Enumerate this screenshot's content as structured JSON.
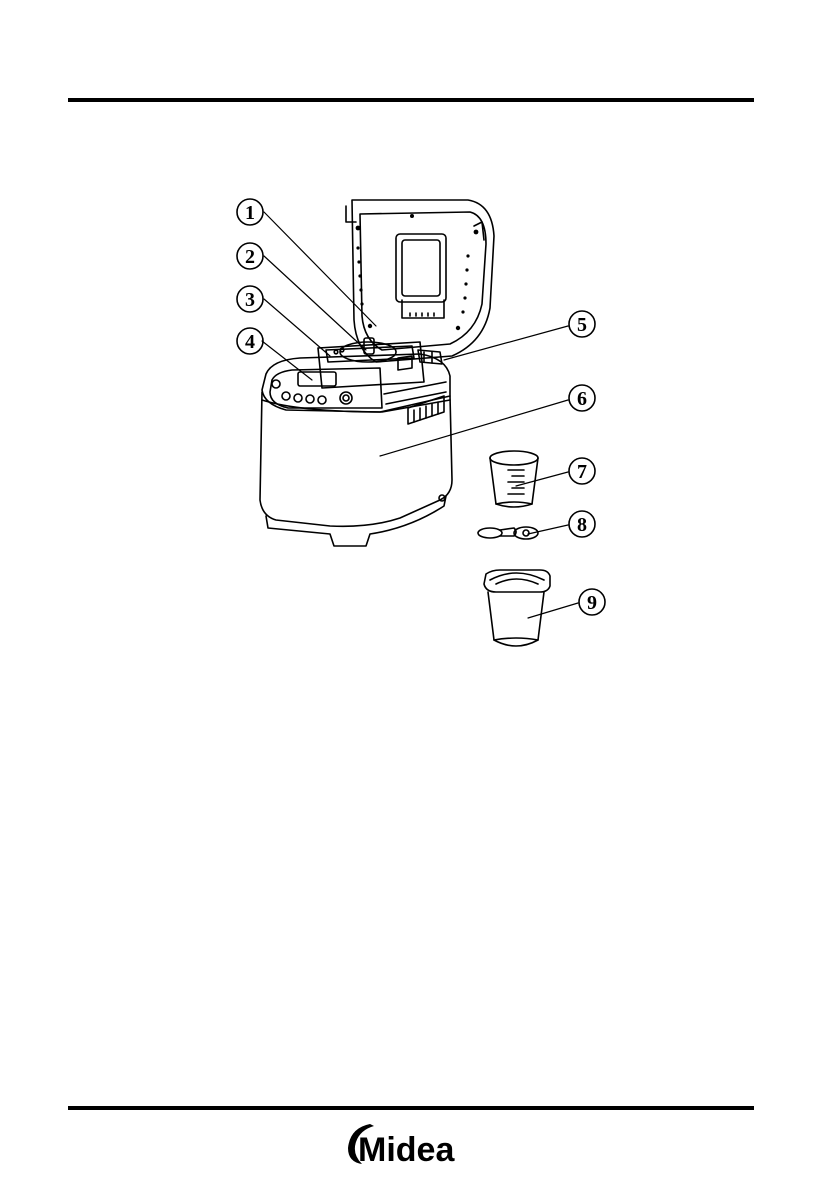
{
  "diagram": {
    "callouts": [
      "1",
      "2",
      "3",
      "4",
      "5",
      "6",
      "7",
      "8",
      "9"
    ]
  },
  "footer": {
    "brand": "Midea"
  },
  "colors": {
    "ink": "#000000",
    "paper": "#ffffff"
  }
}
